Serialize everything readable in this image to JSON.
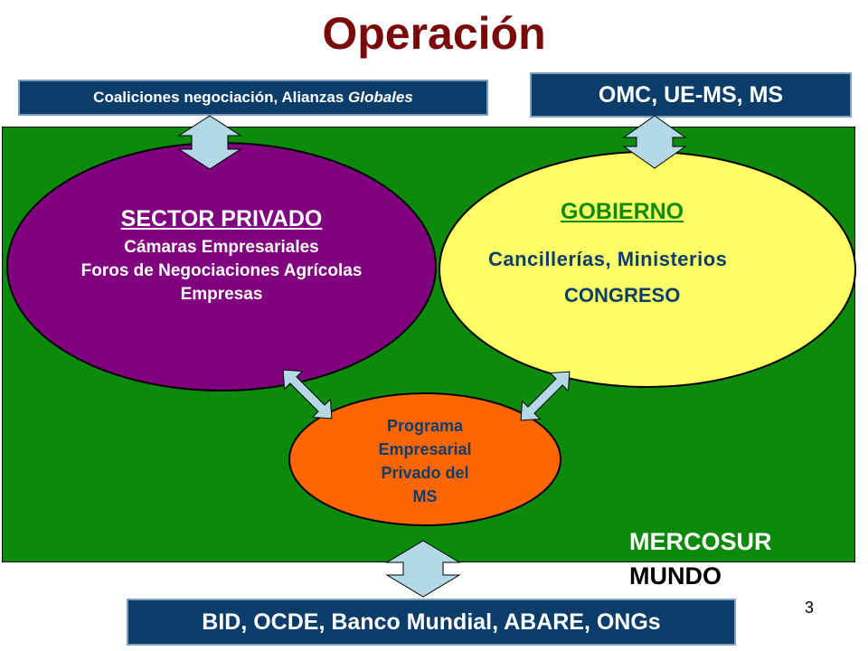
{
  "title": "Operación",
  "boxes": {
    "top_left": {
      "text_main": "Coaliciones negociación, Alianzas ",
      "text_italic": "Globales"
    },
    "top_right": "OMC, UE-MS, MS",
    "bottom": "BID, OCDE, Banco Mundial, ABARE, ONGs"
  },
  "sector_privado": {
    "heading": "SECTOR PRIVADO",
    "lines": [
      "Cámaras Empresariales",
      "Foros de Negociaciones Agrícolas",
      "Empresas"
    ]
  },
  "gobierno": {
    "heading": "GOBIERNO",
    "lines": [
      "Cancillerías, Ministerios",
      "CONGRESO"
    ]
  },
  "programa": {
    "lines": [
      "Programa",
      "Empresarial",
      "Privado del",
      "MS"
    ]
  },
  "labels": {
    "mercosur": "MERCOSUR",
    "mundo": "MUNDO"
  },
  "page_number": "3",
  "colors": {
    "title": "#7a0a0a",
    "panel": "#0b8a0b",
    "box": "#0b3d6b",
    "sector_privado": "#800080",
    "gobierno": "#ffff66",
    "programa": "#ff6600",
    "arrow": "#b3d9e6"
  }
}
